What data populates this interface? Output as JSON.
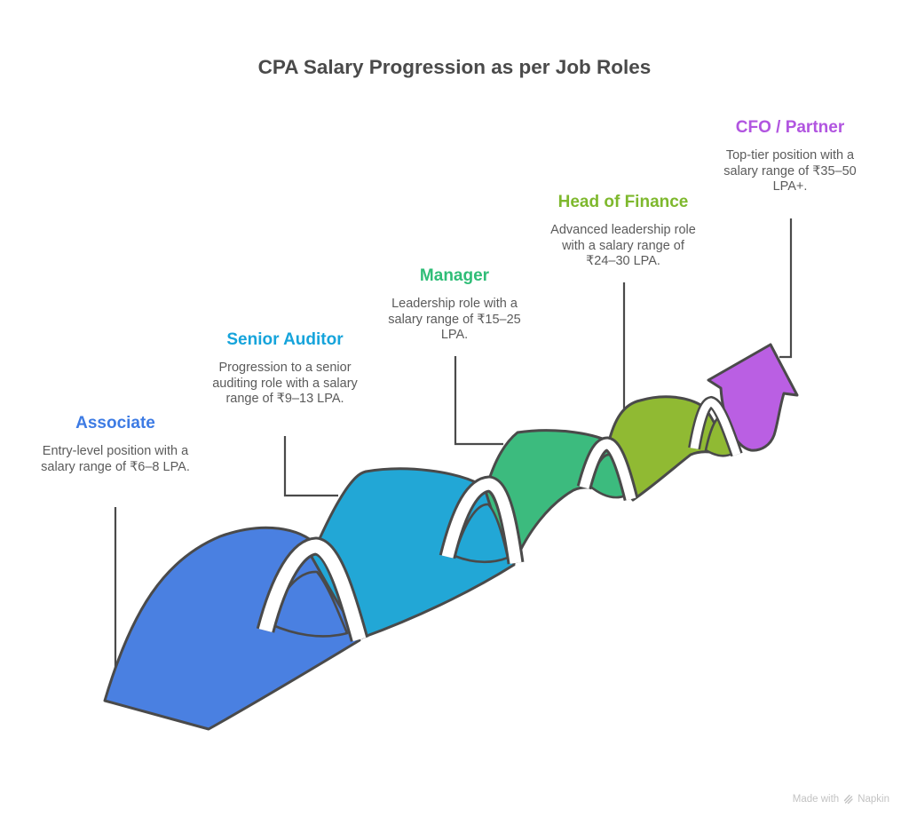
{
  "title": "CPA Salary Progression as per Job Roles",
  "colors": {
    "background": "#ffffff",
    "outline": "#4a4a4a",
    "fold": "#ffffff",
    "title_text": "#4a4a4a",
    "description_text": "#5b5b5b",
    "leader_line": "#4a4a4a",
    "watermark_text": "#c3c3c3"
  },
  "steps": [
    {
      "label": "Associate",
      "label_color": "#3d7be4",
      "ribbon_color": "#4a80e1",
      "description": "Entry-level position with a salary range of ₹6–8 LPA."
    },
    {
      "label": "Senior Auditor",
      "label_color": "#16a4db",
      "ribbon_color": "#22a7d6",
      "description": "Progression to a senior auditing role with a salary range of ₹9–13 LPA."
    },
    {
      "label": "Manager",
      "label_color": "#2fbd77",
      "ribbon_color": "#3cbb7e",
      "description": "Leadership role with a salary range of ₹15–25 LPA."
    },
    {
      "label": "Head of Finance",
      "label_color": "#7eb82d",
      "ribbon_color": "#90ba33",
      "description": "Advanced leadership role with a salary range of ₹24–30 LPA."
    },
    {
      "label": "CFO / Partner",
      "label_color": "#b155e0",
      "ribbon_color": "#ba5fe3",
      "description": "Top-tier position with a salary range of ₹35–50 LPA+."
    }
  ],
  "watermark": {
    "text": "Made with",
    "brand": "Napkin",
    "icon": "napkin-logo-icon"
  }
}
